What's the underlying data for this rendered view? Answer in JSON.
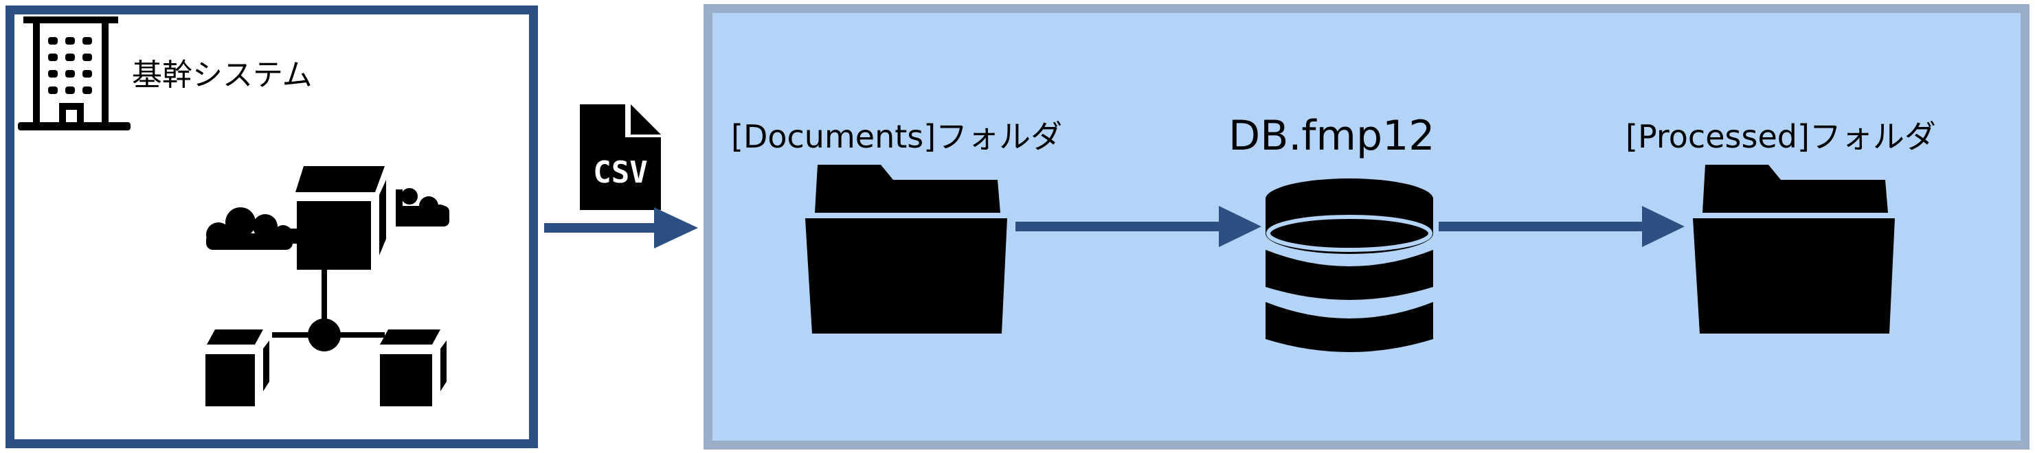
{
  "source_system": {
    "label": "基幹システム"
  },
  "file_badge": {
    "text": "CSV"
  },
  "documents_folder": {
    "label": "[Documents]フォルダ"
  },
  "database": {
    "label": "DB.fmp12"
  },
  "processed_folder": {
    "label": "[Processed]フォルダ"
  },
  "colors": {
    "source_border": "#2b5081",
    "arrow": "#2b5081",
    "area_fill": "#b3d3f7",
    "area_border": "#9aaec8",
    "icon": "#000000"
  }
}
